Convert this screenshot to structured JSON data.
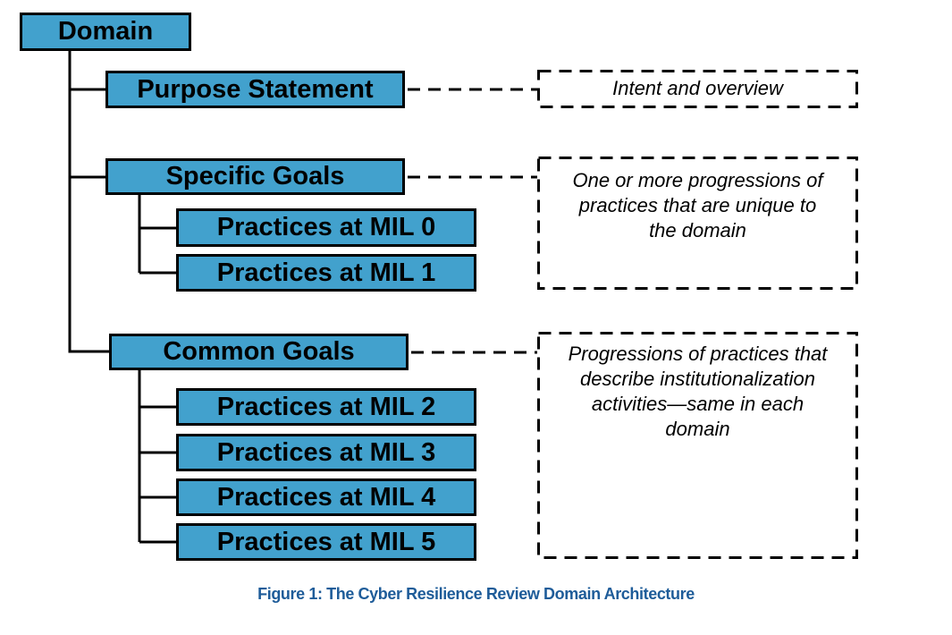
{
  "colors": {
    "box_fill": "#42A1CD",
    "box_border": "#000000",
    "line_color": "#000000",
    "text_color": "#000000",
    "caption_color": "#1E5C99",
    "background": "#FFFFFF"
  },
  "tree": {
    "root": "Domain",
    "purpose": "Purpose Statement",
    "specific": "Specific Goals",
    "common": "Common Goals",
    "mil0": "Practices at MIL 0",
    "mil1": "Practices at MIL 1",
    "mil2": "Practices at MIL 2",
    "mil3": "Practices at MIL 3",
    "mil4": "Practices at MIL 4",
    "mil5": "Practices at MIL 5"
  },
  "annotations": {
    "purpose_note": "Intent and overview",
    "specific_note": {
      "lines": [
        "One or more progressions of",
        "practices that are unique to",
        "the domain"
      ]
    },
    "common_note": {
      "lines": [
        "Progressions of practices that",
        "describe institutionalization",
        "activities—same in each",
        "domain"
      ]
    }
  },
  "caption": "Figure 1: The Cyber Resilience Review Domain Architecture"
}
